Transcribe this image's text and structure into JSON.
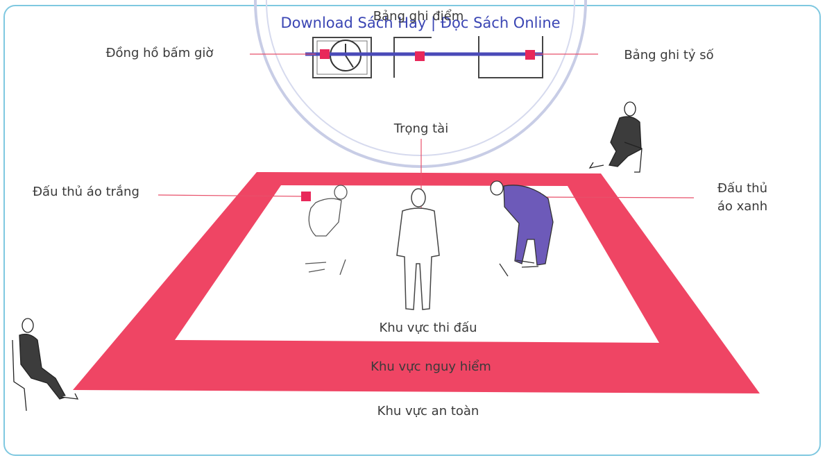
{
  "watermark": "Download Sách Hay | Đọc Sách Online",
  "labels": {
    "score_display": "Bảng ghi điểm",
    "stopwatch": "Đồng hồ bấm giờ",
    "scoreboard": "Bảng ghi tỷ số",
    "referee": "Trọng tài",
    "white_fighter": "Đấu thủ áo trắng",
    "blue_fighter_line1": "Đấu thủ",
    "blue_fighter_line2": "áo xanh",
    "competition_area": "Khu vực thi đấu",
    "danger_zone": "Khu vực nguy hiểm",
    "safety_area": "Khu vực an toàn"
  },
  "colors": {
    "danger_zone": "#ef4564",
    "marker": "#e8285a",
    "leader_line": "#e8506a",
    "device_bar": "#4a4ab8",
    "frame": "#7fc8e0",
    "blue_judogi": "#6d5ab9"
  }
}
